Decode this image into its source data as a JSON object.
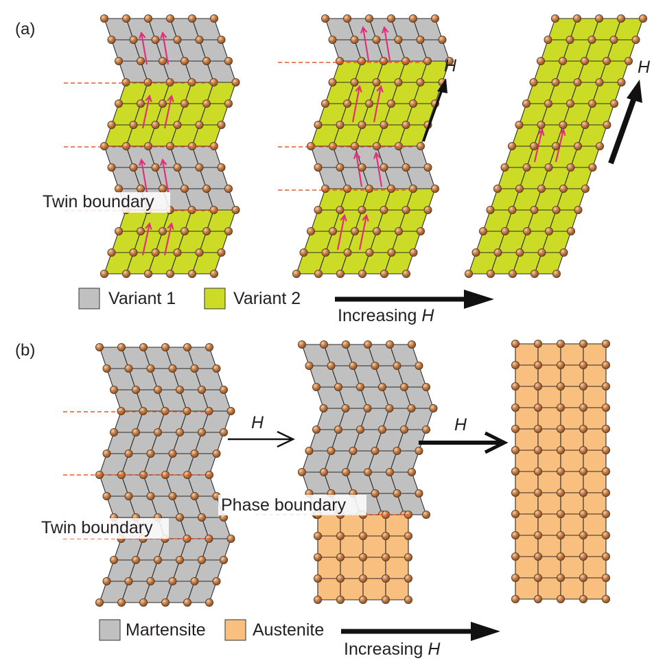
{
  "panels": {
    "a": {
      "label": "(a)",
      "twin_boundary_label": "Twin boundary",
      "field_label": "H",
      "legend": {
        "variant1": "Variant 1",
        "variant2": "Variant 2"
      },
      "increasing_label": "Increasing",
      "increasing_symbol": "H"
    },
    "b": {
      "label": "(b)",
      "twin_boundary_label": "Twin boundary",
      "phase_boundary_label": "Phase boundary",
      "field_label": "H",
      "legend": {
        "martensite": "Martensite",
        "austenite": "Austenite"
      },
      "increasing_label": "Increasing",
      "increasing_symbol": "H"
    }
  },
  "colors": {
    "variant1": "#c0c0c0",
    "variant2": "#ccdc26",
    "martensite": "#c0c0c0",
    "austenite": "#f9bf7e",
    "atom": "#b5713e",
    "moment_arrow": "#e0307a",
    "boundary": "#e8552a",
    "grid_line": "#2a2a2a"
  }
}
